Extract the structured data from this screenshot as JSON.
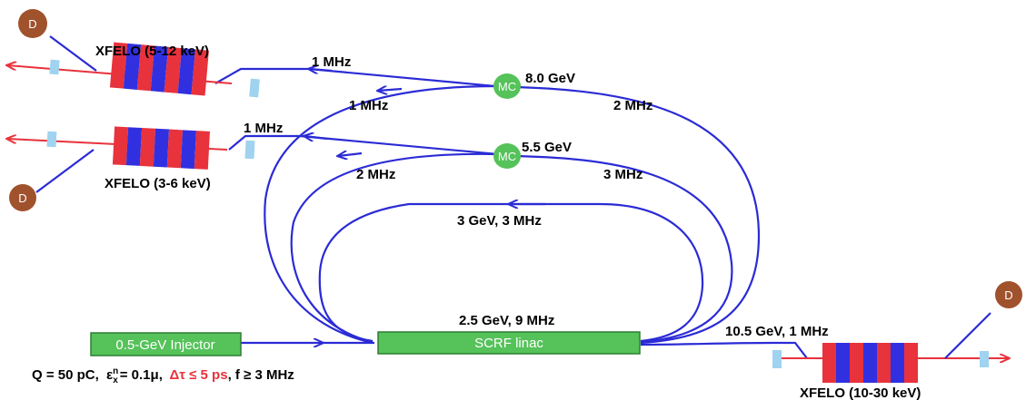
{
  "linac": {
    "label": "SCRF linac",
    "energy": "2.5 GeV, 9 MHz",
    "color": "#55c25a"
  },
  "injector": {
    "label": "0.5-GeV Injector",
    "color": "#55c25a"
  },
  "injector_params": {
    "q": "Q = 50 pC,",
    "eps_sym": "ε",
    "eps_sup": "n",
    "eps_sub": "x",
    "eps_val": "= 0.1μ,",
    "dtau": "Δτ ≤ 5 ps",
    "freq": ", f ≥ 3 MHz",
    "dtau_color": "#e8323c"
  },
  "loops": {
    "inner": "3 GeV, 3 MHz",
    "middle_energy": "5.5 GeV",
    "middle_right": "3 MHz",
    "middle_left": "2 MHz",
    "middle_branch": "1 MHz",
    "outer_energy": "8.0 GeV",
    "outer_right": "2 MHz",
    "outer_left": "1 MHz",
    "outer_branch": "1 MHz",
    "exit": "10.5 GeV, 1 MHz"
  },
  "mc_label": "MC",
  "detector_label": "D",
  "xfelos": [
    {
      "label": "XFELO (5-12 keV)"
    },
    {
      "label": "XFELO (3-6 keV)"
    },
    {
      "label": "XFELO (10-30 keV)"
    }
  ],
  "colors": {
    "beam": "#2b2bd6",
    "xray": "#e8323c",
    "mirror": "#9fd3f0",
    "undulator_red": "#e8323c",
    "undulator_blue": "#3030e0",
    "mc_green": "#55c25a",
    "detector_brown": "#a0522d"
  }
}
